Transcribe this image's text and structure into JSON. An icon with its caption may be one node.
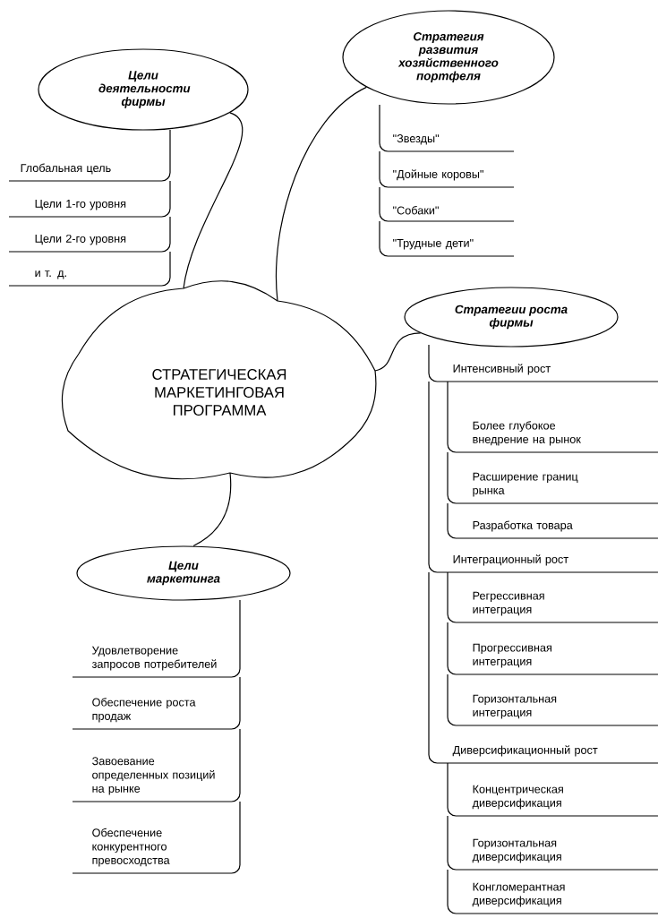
{
  "diagram": {
    "nodes": [
      {
        "text": [
          "СТРАТЕГИЧЕСКАЯ МАРКЕТИНГОВАЯ ПРОГРАММА"
        ]
      },
      {
        "text": [
          "Цели деятельности фирмы"
        ]
      },
      {
        "text": [
          "Глобальная цель"
        ]
      },
      {
        "text": [
          "Цели 1-го уровня"
        ]
      },
      {
        "text": [
          "Цели 2-го уровня"
        ]
      },
      {
        "text": [
          "и т. д."
        ]
      },
      {
        "text": [
          "Стратегия развития хозяйственного портфеля"
        ]
      },
      {
        "text": [
          "\"Звезды\""
        ]
      },
      {
        "text": [
          "\"Дойные коровы\""
        ]
      },
      {
        "text": [
          "\"Собаки\""
        ]
      },
      {
        "text": [
          "\"Трудные дети\""
        ]
      },
      {
        "text": [
          "Стратегии роста фирмы"
        ]
      },
      {
        "text": [
          "Интенсивный рост"
        ]
      },
      {
        "text": [
          "Более глубокое внедрение на рынок"
        ]
      },
      {
        "text": [
          "Расширение границ рынка"
        ]
      },
      {
        "text": [
          "Разработка товара"
        ]
      },
      {
        "text": [
          "Интеграционный рост"
        ]
      },
      {
        "text": [
          "Регрессивная интеграция"
        ]
      },
      {
        "text": [
          "Прогрессивная интеграция"
        ]
      },
      {
        "text": [
          "Горизонтальная интеграция"
        ]
      },
      {
        "text": [
          "Диверсификационный рост"
        ]
      },
      {
        "text": [
          "Концентрическая диверсификация"
        ]
      },
      {
        "text": [
          "Горизонтальная диверсификация"
        ]
      },
      {
        "text": [
          "Конгломерантная диверсификация"
        ]
      },
      {
        "text": [
          "Цели маркетинга"
        ]
      },
      {
        "text": [
          "Удовлетворение запросов потребителей"
        ]
      },
      {
        "text": [
          "Обеспечение роста продаж"
        ]
      },
      {
        "text": [
          "Завоевание определенных позиций на рынке"
        ]
      },
      {
        "text": [
          "Обеспечение конкурентного превосходства"
        ]
      }
    ],
    "edges": [
      {
        "from": 0,
        "to": 1,
        "arrow": "none"
      },
      {
        "from": 0,
        "to": 6,
        "arrow": "none"
      },
      {
        "from": 0,
        "to": 11,
        "arrow": "none"
      },
      {
        "from": 0,
        "to": 24,
        "arrow": "none"
      }
    ]
  }
}
